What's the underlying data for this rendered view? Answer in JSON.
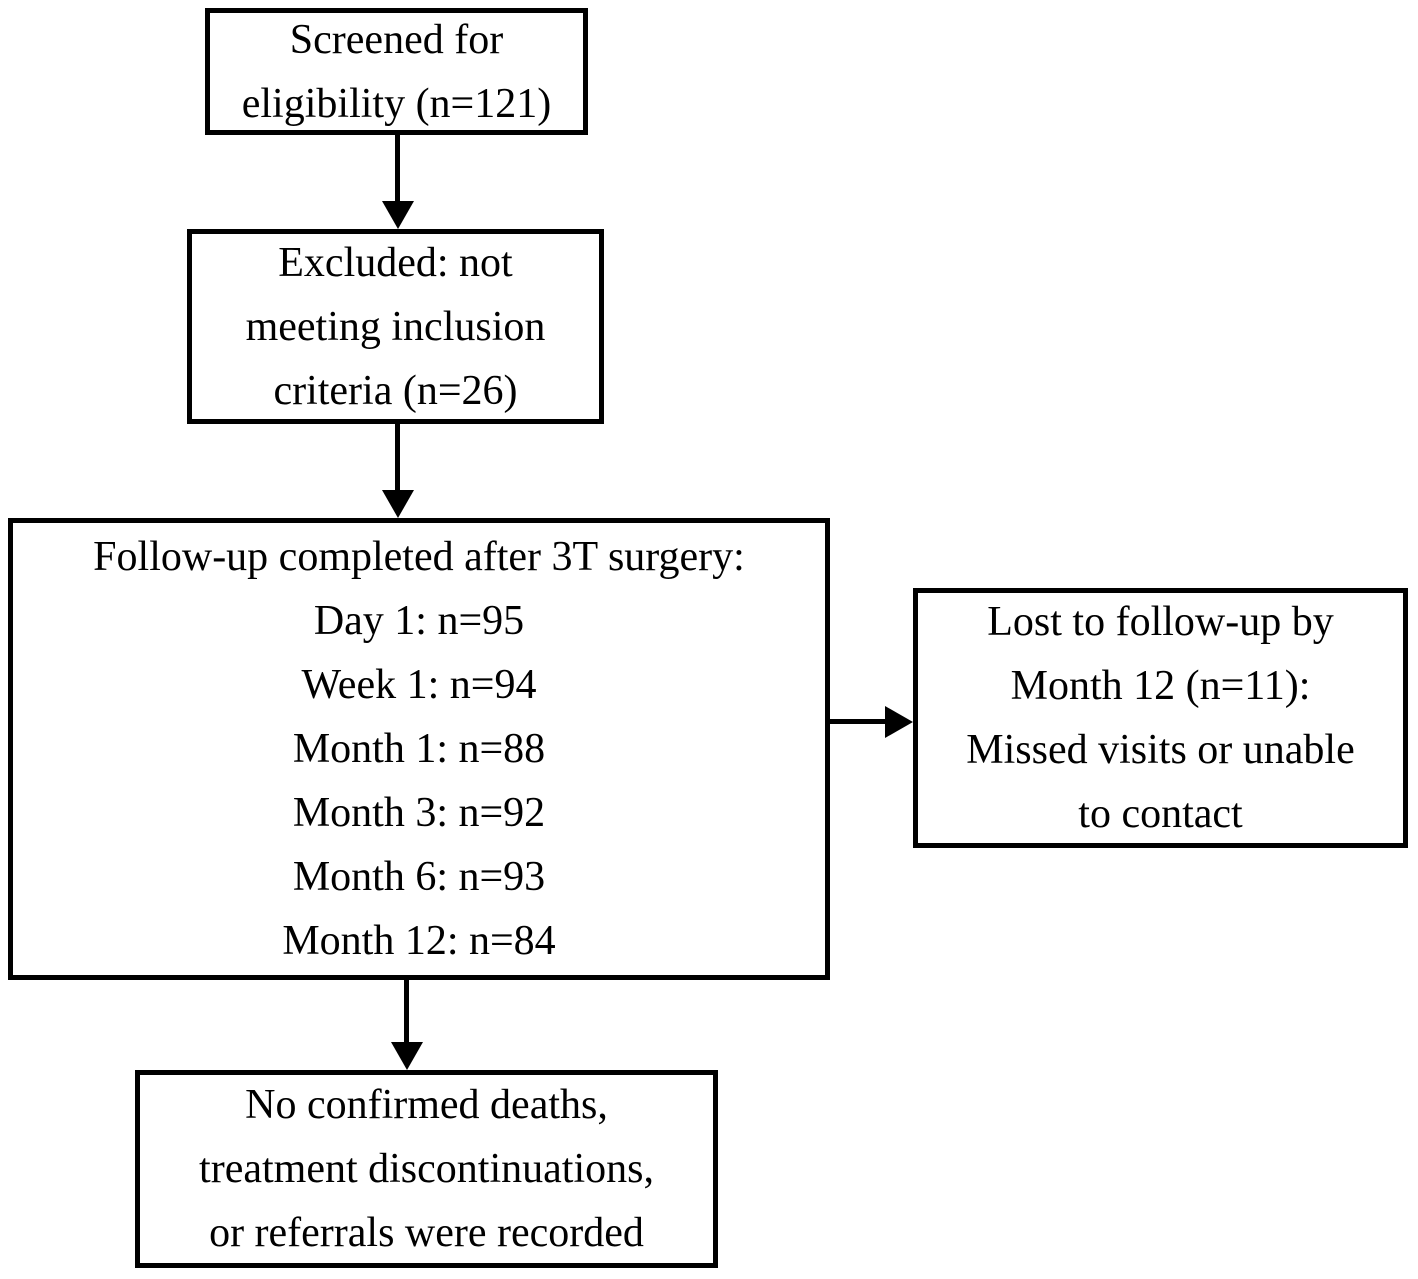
{
  "figure": {
    "background_color": "#ffffff",
    "line_color": "#000000",
    "boxes": {
      "screened": {
        "lines": [
          "Screened for",
          "eligibility (n=121)"
        ],
        "n": 121
      },
      "excluded": {
        "lines": [
          "Excluded: not",
          "meeting inclusion",
          "criteria (n=26)"
        ],
        "n": 26
      },
      "followup": {
        "lines": [
          "Follow-up completed after 3T surgery:",
          "Day 1: n=95",
          "Week 1: n=94",
          "Month 1: n=88",
          "Month 3: n=92",
          "Month 6: n=93",
          "Month 12: n=84"
        ],
        "counts": {
          "day_1": 95,
          "week_1": 94,
          "month_1": 88,
          "month_3": 92,
          "month_6": 93,
          "month_12": 84
        }
      },
      "lost": {
        "lines": [
          "Lost to follow-up by",
          "Month 12 (n=11):",
          "Missed visits or unable",
          "to contact"
        ],
        "n": 11
      },
      "outcome": {
        "lines": [
          "No confirmed deaths,",
          "treatment discontinuations,",
          "or referrals were recorded"
        ]
      }
    }
  }
}
